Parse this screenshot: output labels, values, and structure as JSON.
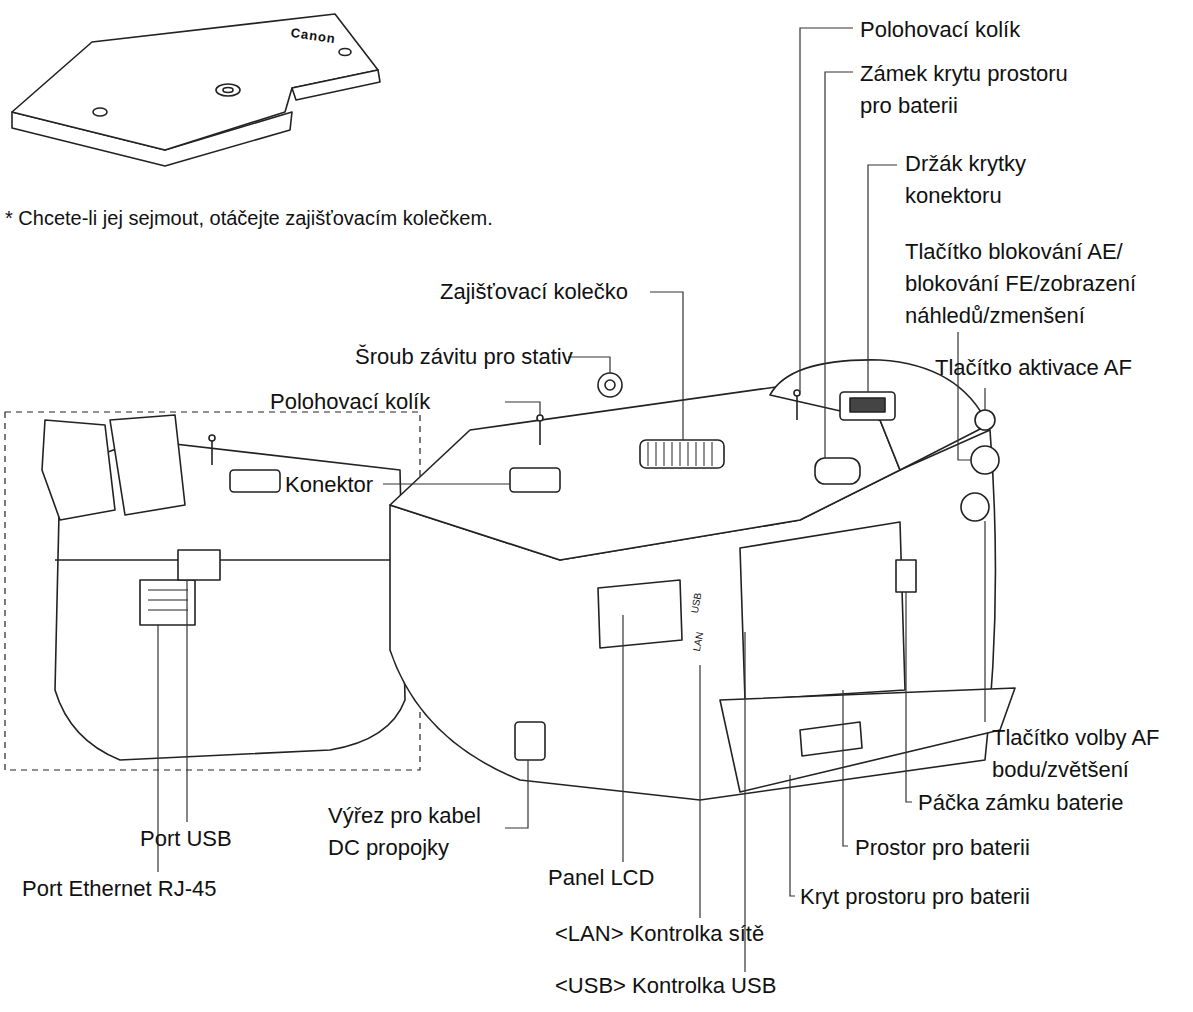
{
  "diagram": {
    "labels": [
      "Canon",
      "* Chcete-li jej sejmout, otáčejte zajišťovacím kolečkem.",
      "Polohovací kolík",
      "Zámek krytu prostoru pro baterii",
      "Držák krytky konektoru",
      "Tlačítko blokování AE/ blokování FE/zobrazení náhledů/zmenšení",
      "Tlačítko aktivace AF",
      "Zajišťovací kolečko",
      "Šroub závitu pro stativ",
      "Polohovací kolík",
      "Konektor",
      "Tlačítko volby AF bodu/zvětšení",
      "Páčka zámku baterie",
      "Prostor pro baterii",
      "Kryt prostoru pro baterii",
      "Výřez pro kabel DC propojky",
      "Port USB",
      "Port Ethernet RJ-45",
      "Panel LCD",
      "<LAN> Kontrolka sítě",
      "<USB> Kontrolka USB",
      "USB",
      "LAN"
    ]
  }
}
